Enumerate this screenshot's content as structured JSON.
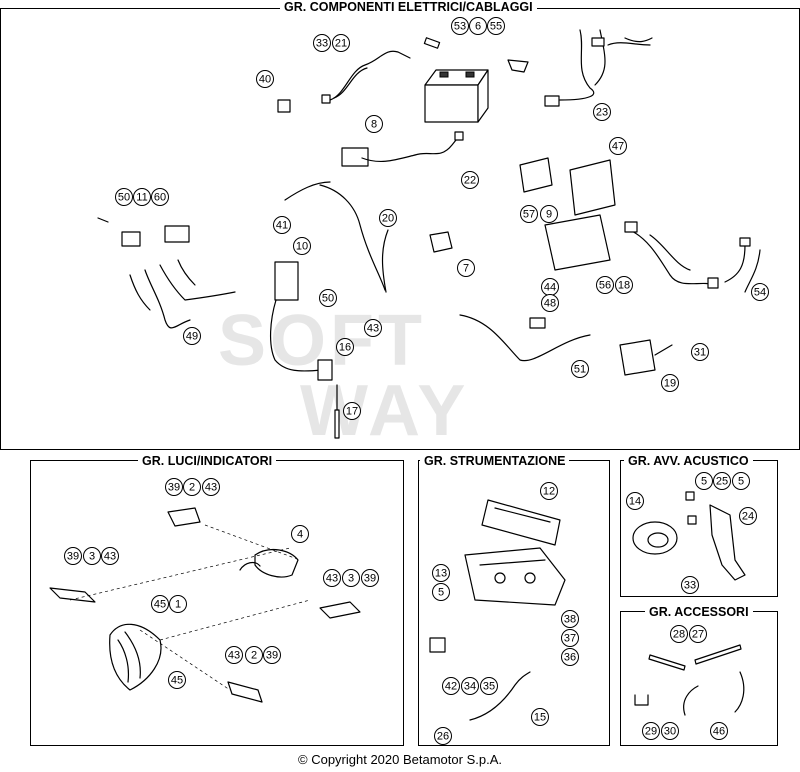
{
  "groups": {
    "electrics": {
      "title": "GR. COMPONENTI ELETTRICI/CABLAGGI"
    },
    "lights": {
      "title": "GR. LUCI/INDICATORI"
    },
    "instruments": {
      "title": "GR. STRUMENTAZIONE"
    },
    "horn": {
      "title": "GR. AVV. ACUSTICO"
    },
    "accessories": {
      "title": "GR. ACCESSORI"
    }
  },
  "callouts": {
    "electrics": [
      "53",
      "6",
      "55",
      "33",
      "21",
      "40",
      "8",
      "22",
      "23",
      "47",
      "57",
      "9",
      "50",
      "11",
      "60",
      "41",
      "20",
      "7",
      "10",
      "50",
      "44",
      "48",
      "56",
      "18",
      "54",
      "43",
      "16",
      "49",
      "51",
      "31",
      "19",
      "17"
    ],
    "lights": [
      "39",
      "2",
      "43",
      "4",
      "39",
      "3",
      "43",
      "45",
      "1",
      "43",
      "3",
      "39",
      "45",
      "43",
      "2",
      "39"
    ],
    "instruments": [
      "12",
      "13",
      "5",
      "38",
      "37",
      "36",
      "42",
      "34",
      "35",
      "15",
      "26"
    ],
    "horn": [
      "14",
      "5",
      "25",
      "5",
      "24",
      "33"
    ],
    "accessories": [
      "28",
      "27",
      "29",
      "30",
      "46"
    ]
  },
  "copyright": "© Copyright 2020 Betamotor S.p.A."
}
